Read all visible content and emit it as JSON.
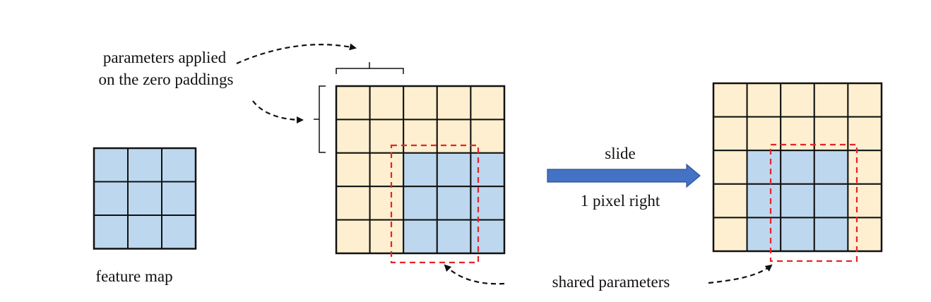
{
  "labels": {
    "padding_note_line1": "parameters applied",
    "padding_note_line2": "on the zero paddings",
    "feature_map": "feature map",
    "slide": "slide",
    "slide_amount": "1 pixel right",
    "shared_parameters": "shared parameters"
  },
  "colors": {
    "feature_cell": "#bdd7ee",
    "padding_cell": "#fdefcf",
    "grid_line": "#111111",
    "kernel_dashed_box": "#e8232a",
    "slide_arrow": "#4472c4",
    "slide_arrow_edge": "#2f528f"
  },
  "grids": {
    "feature_map": {
      "rows": 3,
      "cols": 3,
      "padding_cells": []
    },
    "padded_before_slide": {
      "rows": 5,
      "cols": 5,
      "feature_origin": [
        2,
        2
      ]
    },
    "padded_after_slide": {
      "rows": 5,
      "cols": 5,
      "feature_origin": [
        2,
        1
      ]
    }
  }
}
